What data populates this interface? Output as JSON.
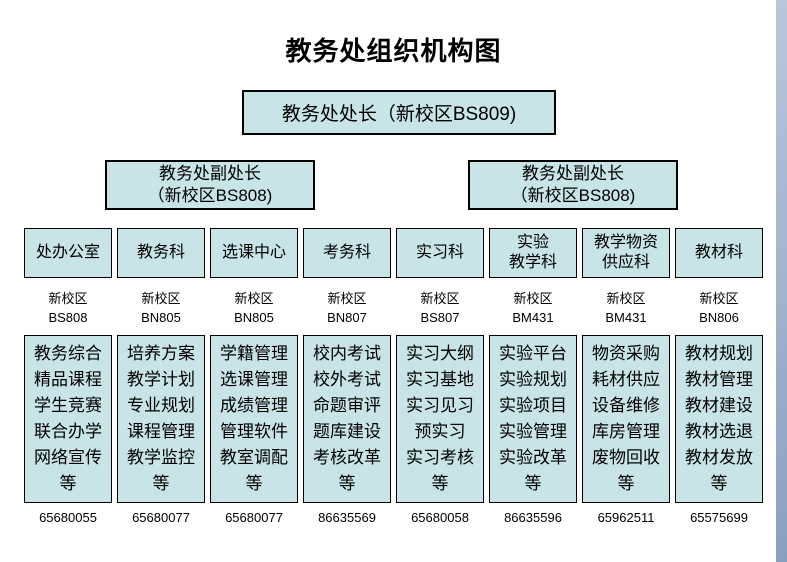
{
  "title": "教务处组织机构图",
  "director": {
    "label": "教务处处长（新校区BS809)"
  },
  "vice_directors": [
    {
      "line1": "教务处副处长",
      "line2": "（新校区BS808)"
    },
    {
      "line1": "教务处副处长",
      "line2": "（新校区BS808)"
    }
  ],
  "departments": [
    {
      "name": "处办公室",
      "name_lines": [
        "处办公室"
      ],
      "campus": "新校区",
      "room": "BS808",
      "duties": [
        "教务综合",
        "精品课程",
        "学生竞赛",
        "联合办学",
        "网络宣传",
        "等"
      ],
      "phone": "65680055"
    },
    {
      "name": "教务科",
      "name_lines": [
        "教务科"
      ],
      "campus": "新校区",
      "room": "BN805",
      "duties": [
        "培养方案",
        "教学计划",
        "专业规划",
        "课程管理",
        "教学监控",
        "等"
      ],
      "phone": "65680077"
    },
    {
      "name": "选课中心",
      "name_lines": [
        "选课中心"
      ],
      "campus": "新校区",
      "room": "BN805",
      "duties": [
        "学籍管理",
        "选课管理",
        "成绩管理",
        "管理软件",
        "教室调配",
        "等"
      ],
      "phone": "65680077"
    },
    {
      "name": "考务科",
      "name_lines": [
        "考务科"
      ],
      "campus": "新校区",
      "room": "BN807",
      "duties": [
        "校内考试",
        "校外考试",
        "命题审评",
        "题库建设",
        "考核改革",
        "等"
      ],
      "phone": "86635569"
    },
    {
      "name": "实习科",
      "name_lines": [
        "实习科"
      ],
      "campus": "新校区",
      "room": "BS807",
      "duties": [
        "实习大纲",
        "实习基地",
        "实习见习",
        "预实习",
        "实习考核",
        "等"
      ],
      "phone": "65680058"
    },
    {
      "name": "实验教学科",
      "name_lines": [
        "实验",
        "教学科"
      ],
      "campus": "新校区",
      "room": "BM431",
      "duties": [
        "实验平台",
        "实验规划",
        "实验项目",
        "实验管理",
        "实验改革",
        "等"
      ],
      "phone": "86635596"
    },
    {
      "name": "教学物资供应科",
      "name_lines": [
        "教学物资",
        "供应科"
      ],
      "campus": "新校区",
      "room": "BM431",
      "duties": [
        "物资采购",
        "耗材供应",
        "设备维修",
        "库房管理",
        "废物回收",
        "等"
      ],
      "phone": "65962511"
    },
    {
      "name": "教材科",
      "name_lines": [
        "教材科"
      ],
      "campus": "新校区",
      "room": "BN806",
      "duties": [
        "教材规划",
        "教材管理",
        "教材建设",
        "教材选退",
        "教材发放",
        "等"
      ],
      "phone": "65575699"
    }
  ],
  "colors": {
    "page_bg": "#ffffff",
    "box_fill": "#c9e4e6",
    "box_border": "#000000",
    "edge_top": "#bac6db",
    "edge_bottom": "#8aa0bf"
  }
}
